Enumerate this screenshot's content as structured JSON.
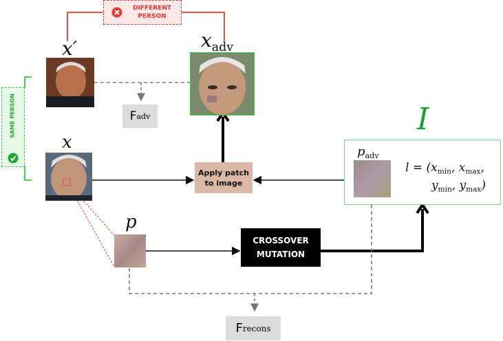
{
  "labels": {
    "x_prime": "x′",
    "x_adv_base": "x",
    "x_adv_sub": "adv",
    "x": "x",
    "p": "p",
    "I": "I",
    "p_adv_base": "p",
    "p_adv_sub": "adv",
    "l_line1": "l = (x",
    "l_xmin_sub": "min",
    "l_comma1": ", x",
    "l_xmax_sub": "max",
    "l_comma2": ",",
    "l_line2_y": "y",
    "l_ymin_sub": "min",
    "l_comma3": ", y",
    "l_ymax_sub": "max",
    "l_close": ")"
  },
  "badges": {
    "different_person": "DIFFERENT\nPERSON",
    "same_person": "SAME PERSON"
  },
  "boxes": {
    "f_adv_base": "F",
    "f_adv_sub": "adv",
    "f_recons_base": "F",
    "f_recons_sub": "recons",
    "apply_patch": "Apply patch\nto image",
    "crossover": "CROSSOVER\nMUTATION"
  },
  "icons": {
    "red_badge_icon": "x-circle-icon",
    "green_badge_icon": "check-circle-icon"
  },
  "colors": {
    "red": "#e53935",
    "green": "#2ecc40",
    "dark_green": "#1e9e2e",
    "apply_box": "#d9b9a5",
    "f_box": "#dcdcdc"
  }
}
